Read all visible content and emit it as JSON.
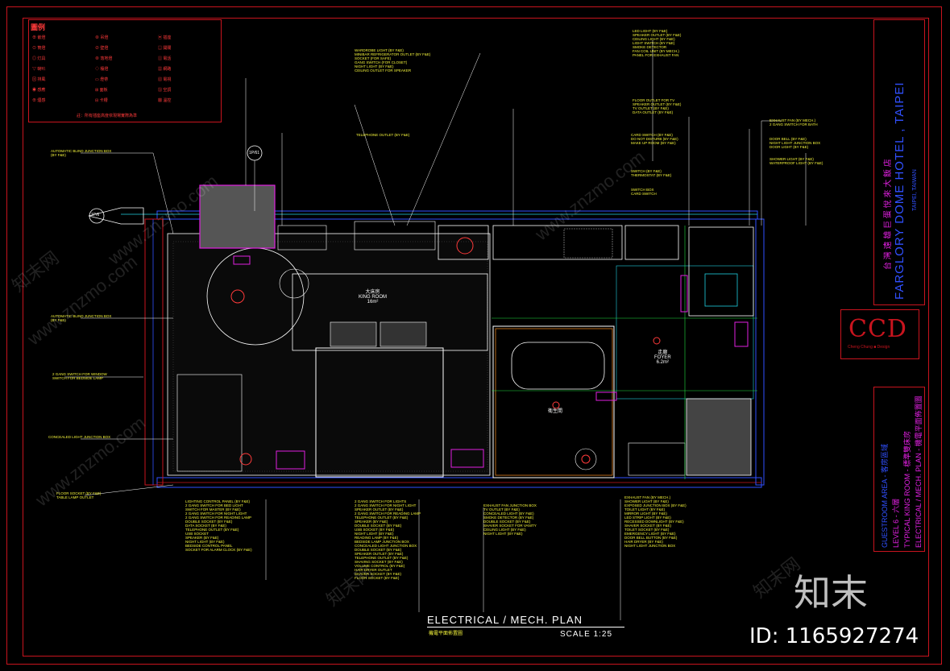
{
  "legend": {
    "title": "圖例",
    "note": "註：所有插座高度依現場實際為準",
    "rows": [
      {
        "c1": "⊕ 嵌燈",
        "c2": "⊗ 吊燈",
        "c3": "▣ 插座"
      },
      {
        "c1": "⊙ 筒燈",
        "c2": "⊘ 壁燈",
        "c3": "▤ 開關"
      },
      {
        "c1": "◎ 灯具",
        "c2": "⊗ 落地燈",
        "c3": "▥ 電話"
      },
      {
        "c1": "▽ 喇叭",
        "c2": "◇ 檯燈",
        "c3": "▦ 網路"
      },
      {
        "c1": "⊠ 排風",
        "c2": "▭ 燈帶",
        "c3": "▧ 電視"
      },
      {
        "c1": "◉ 感應",
        "c2": "⊞ 面板",
        "c3": "▨ 空調"
      },
      {
        "c1": "⊕ 煙感",
        "c2": "⊟ 卡槽",
        "c3": "▩ 溫控"
      }
    ]
  },
  "title_block": {
    "hotel_cn": "台 灣 遠 雄 巨 蛋 悅 來 大 飯 店",
    "hotel_en": "FARGLORY DOME HOTEL , TAIPEI",
    "location": "TAIPEI, TAIWAN",
    "firm": "CCD",
    "firm_sub": "Cheng Chung ■ Design",
    "project_lines": [
      "GUESTROOM AREA - 客房區域",
      "LEVEL 6 - 六層",
      "TYPICAL KING ROOM - 標準雙床房",
      "ELECTRICAL / MECH. PLAN - 機電平面佈置圖"
    ]
  },
  "plan": {
    "title": "ELECTRICAL / MECH. PLAN",
    "subtitle": "機電平面佈置圖",
    "scale": "SCALE 1:25",
    "rooms": {
      "king_cn": "大床房",
      "king_en": "KING ROOM",
      "king_area": "16m²",
      "foyer_cn": "走廊",
      "foyer_en": "FOYER",
      "foyer_area": "6.2m²",
      "bath_cn": "衛生間"
    },
    "markers": {
      "left": "1P/6",
      "top": "1P/61"
    }
  },
  "watermark": {
    "site": "www.znzmo.com",
    "brand": "知末",
    "brand_cn": "知末网",
    "id": "ID: 1165927274"
  },
  "colors": {
    "frame": "#c8141e",
    "annotation": "#f5f53c",
    "wall": "#ffffff",
    "magenta": "#e020e0",
    "cyan": "#20d0e0",
    "green": "#20e040",
    "blue": "#3050ff"
  }
}
